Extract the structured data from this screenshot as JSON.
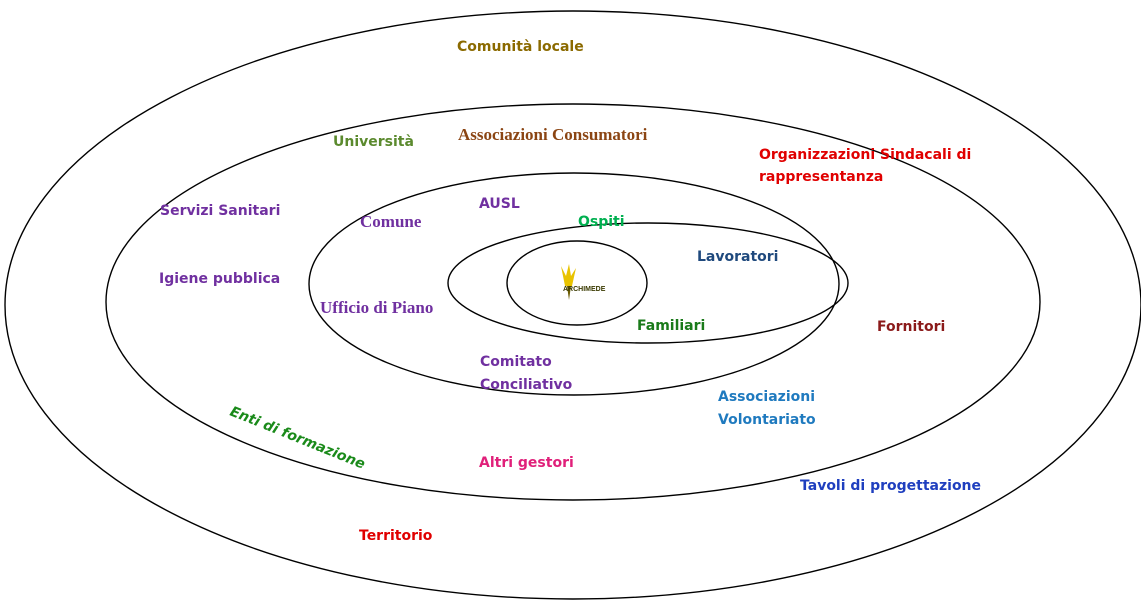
{
  "diagram": {
    "logo": {
      "text": "ARCHIMEDE",
      "accent_color": "#e8c300"
    },
    "labels": {
      "comunita_locale": {
        "text": "Comunità locale",
        "color": "#8b6a00"
      },
      "associazioni_consumatori": {
        "text": "Associazioni Consumatori",
        "color": "#8b4513"
      },
      "universita": {
        "text": "Università",
        "color": "#5b8a2e"
      },
      "organizzazioni_sindacali_line1": {
        "text": "Organizzazioni Sindacali di",
        "color": "#e00000"
      },
      "organizzazioni_sindacali_line2": {
        "text": "rappresentanza",
        "color": "#e00000"
      },
      "servizi_sanitari": {
        "text": "Servizi Sanitari",
        "color": "#7030a0"
      },
      "igiene_pubblica": {
        "text": "Igiene pubblica",
        "color": "#7030a0"
      },
      "comune": {
        "text": "Comune",
        "color": "#7030a0"
      },
      "ausl": {
        "text": "AUSL",
        "color": "#7030a0"
      },
      "ufficio_di_piano": {
        "text": "Ufficio di Piano",
        "color": "#7030a0"
      },
      "ospiti": {
        "text": "Ospiti",
        "color": "#00b050"
      },
      "lavoratori": {
        "text": "Lavoratori",
        "color": "#1f497d"
      },
      "familiari": {
        "text": "Familiari",
        "color": "#1a7a1a"
      },
      "fornitori": {
        "text": "Fornitori",
        "color": "#8b1a1a"
      },
      "comitato_line1": {
        "text": "Comitato",
        "color": "#7030a0"
      },
      "comitato_line2": {
        "text": "Conciliativo",
        "color": "#7030a0"
      },
      "enti_di_formazione": {
        "text": "Enti di formazione",
        "color": "#1a8a1a"
      },
      "associazioni_line1": {
        "text": "Associazioni",
        "color": "#1f7abf"
      },
      "associazioni_line2": {
        "text": "Volontariato",
        "color": "#1f7abf"
      },
      "altri_gestori": {
        "text": "Altri gestori",
        "color": "#e0207a"
      },
      "tavoli_di_progettazione": {
        "text": "Tavoli di progettazione",
        "color": "#1f3fbf"
      },
      "territorio": {
        "text": "Territorio",
        "color": "#e00000"
      }
    }
  }
}
